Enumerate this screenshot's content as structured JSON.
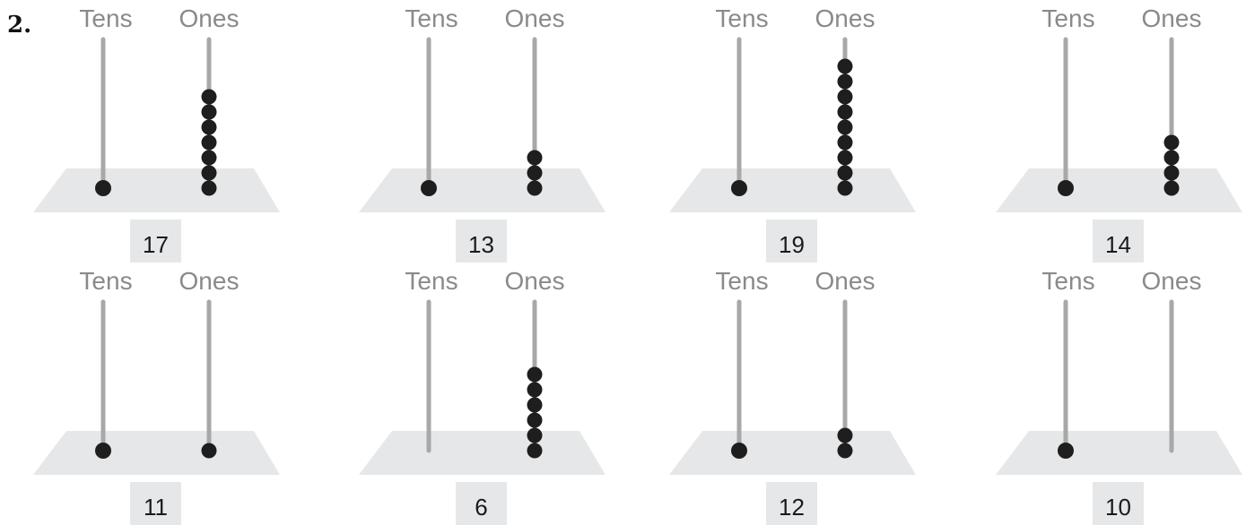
{
  "problem_number": "2.",
  "rod_labels": {
    "tens": "Tens",
    "ones": "Ones"
  },
  "colors": {
    "rod": "#a8a8a9",
    "bead": "#1e1e1e",
    "base": "#e6e7e8",
    "value_box": "#e6e7e8"
  },
  "abacuses": [
    {
      "tens": 1,
      "ones": 7,
      "value": "17"
    },
    {
      "tens": 1,
      "ones": 3,
      "value": "13"
    },
    {
      "tens": 1,
      "ones": 9,
      "value": "19"
    },
    {
      "tens": 1,
      "ones": 4,
      "value": "14"
    },
    {
      "tens": 1,
      "ones": 1,
      "value": "11"
    },
    {
      "tens": 0,
      "ones": 6,
      "value": "6"
    },
    {
      "tens": 1,
      "ones": 2,
      "value": "12"
    },
    {
      "tens": 1,
      "ones": 0,
      "value": "10"
    }
  ]
}
